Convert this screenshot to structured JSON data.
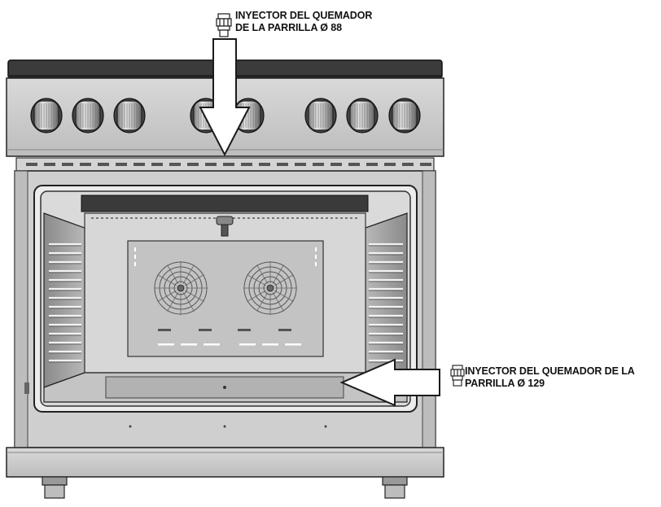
{
  "callouts": {
    "grill_top": {
      "line1": "INYECTOR DEL QUEMADOR",
      "line2": "DE LA PARRILLA Ø 88"
    },
    "grill_side": {
      "line1": "INYECTOR DEL QUEMADOR DE LA",
      "line2": "PARRILLA Ø 129"
    }
  },
  "colors": {
    "steel": "#c9c9c9",
    "cooktop": "#3a3a3a",
    "oven_cavity": "#d7d7d7",
    "arrow_fill": "#ffffff",
    "line": "#1a1a1a"
  },
  "icons": [
    "injector-icon",
    "control-knob-icon",
    "convection-fan-icon",
    "arrow-icon"
  ]
}
